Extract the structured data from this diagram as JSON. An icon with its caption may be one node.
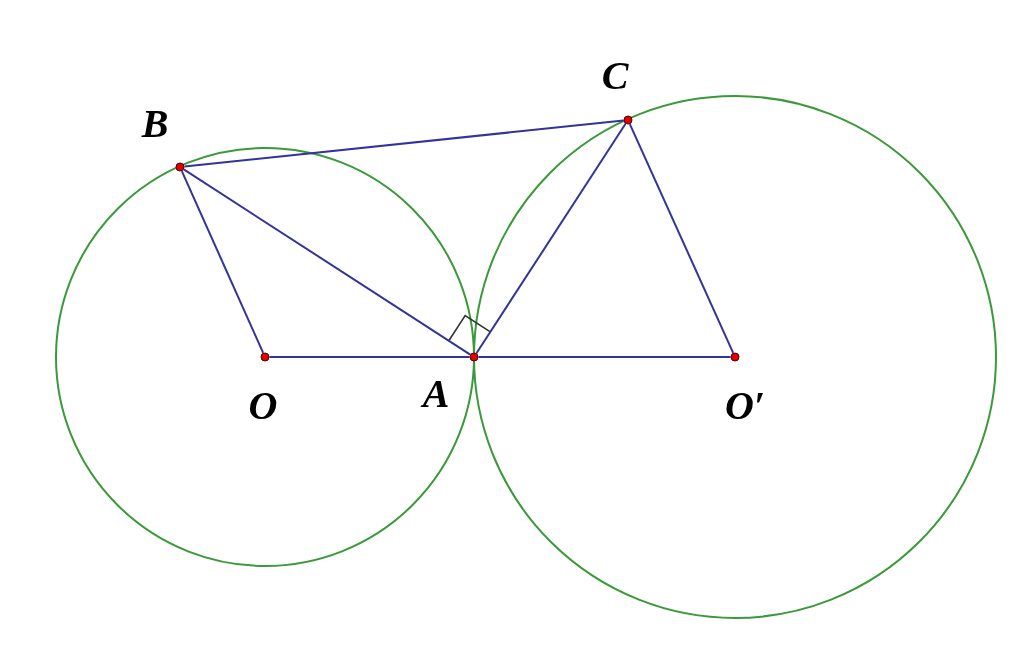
{
  "diagram": {
    "nodes": [
      {
        "text": [],
        "shape": "circle",
        "beside": [
          "B"
        ]
      },
      {
        "text": [],
        "shape": "circle",
        "beside": [
          "C"
        ]
      },
      {
        "text": [],
        "shape": "circle",
        "beside": [
          "O"
        ]
      },
      {
        "text": [],
        "shape": "circle",
        "beside": [
          "A"
        ]
      },
      {
        "text": [],
        "shape": "circle",
        "beside": [
          "O′"
        ]
      }
    ],
    "edges": [
      {
        "from": 0,
        "to": 1,
        "arrow": "none"
      },
      {
        "from": 0,
        "to": 2,
        "arrow": "none"
      },
      {
        "from": 0,
        "to": 3,
        "arrow": "none"
      },
      {
        "from": 1,
        "to": 3,
        "arrow": "none"
      },
      {
        "from": 1,
        "to": 4,
        "arrow": "none"
      },
      {
        "from": 2,
        "to": 3,
        "arrow": "none"
      },
      {
        "from": 3,
        "to": 4,
        "arrow": "none"
      }
    ]
  }
}
